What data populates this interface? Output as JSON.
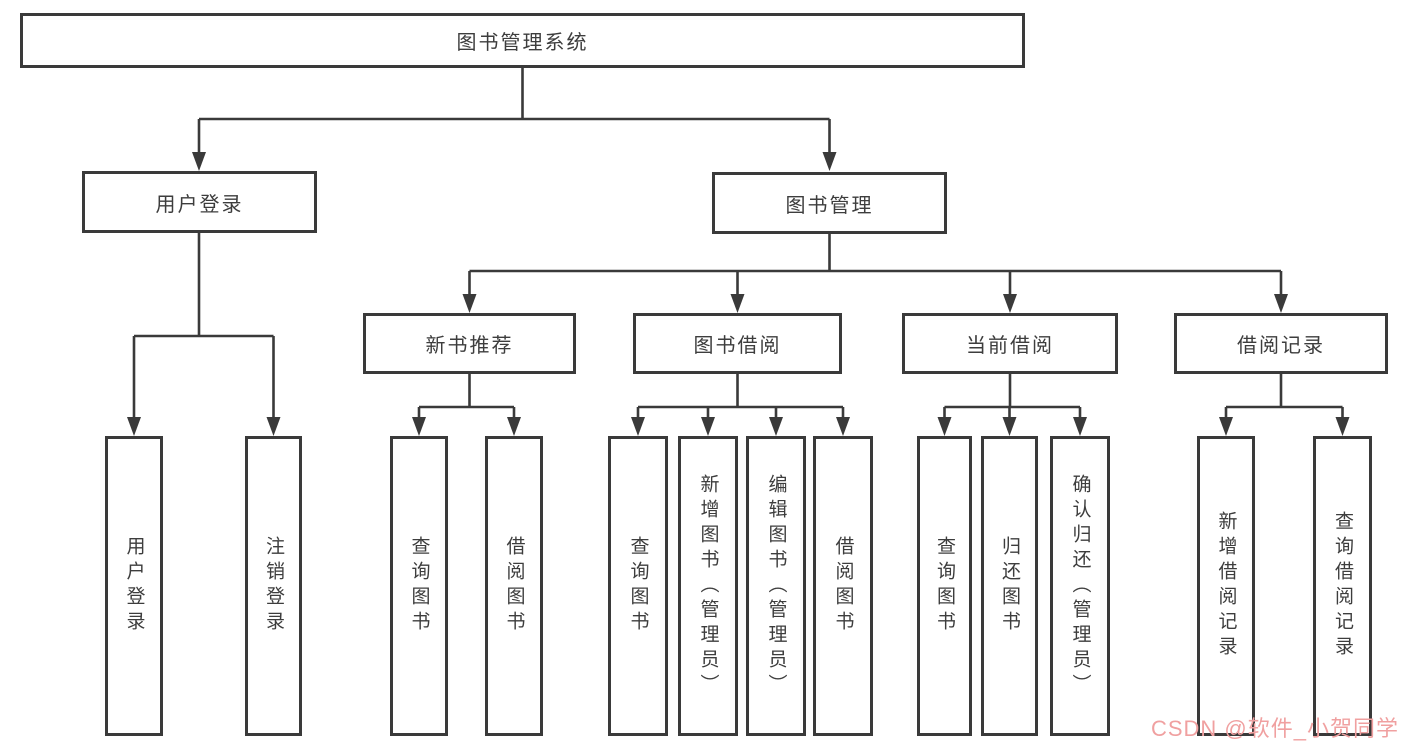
{
  "diagram": {
    "title": "图书管理系统",
    "colors": {
      "line": "#3a3a3a",
      "text": "#3d3d3d",
      "box_background": "#ffffff",
      "watermark": "#f0a0a0"
    },
    "root": {
      "label": "图书管理系统"
    },
    "level2": [
      {
        "label": "用户登录"
      },
      {
        "label": "图书管理"
      }
    ],
    "level3": [
      {
        "label": "新书推荐"
      },
      {
        "label": "图书借阅"
      },
      {
        "label": "当前借阅"
      },
      {
        "label": "借阅记录"
      }
    ],
    "leaves": {
      "login": [
        "用户登录",
        "注销登录"
      ],
      "newbook": [
        "查询图书",
        "借阅图书"
      ],
      "borrow": [
        "查询图书",
        "新增图书（管理员）",
        "编辑图书（管理员）",
        "借阅图书"
      ],
      "current": [
        "查询图书",
        "归还图书",
        "确认归还（管理员）"
      ],
      "records": [
        "新增借阅记录",
        "查询借阅记录"
      ]
    },
    "watermark": "CSDN @软件_小贺同学"
  }
}
